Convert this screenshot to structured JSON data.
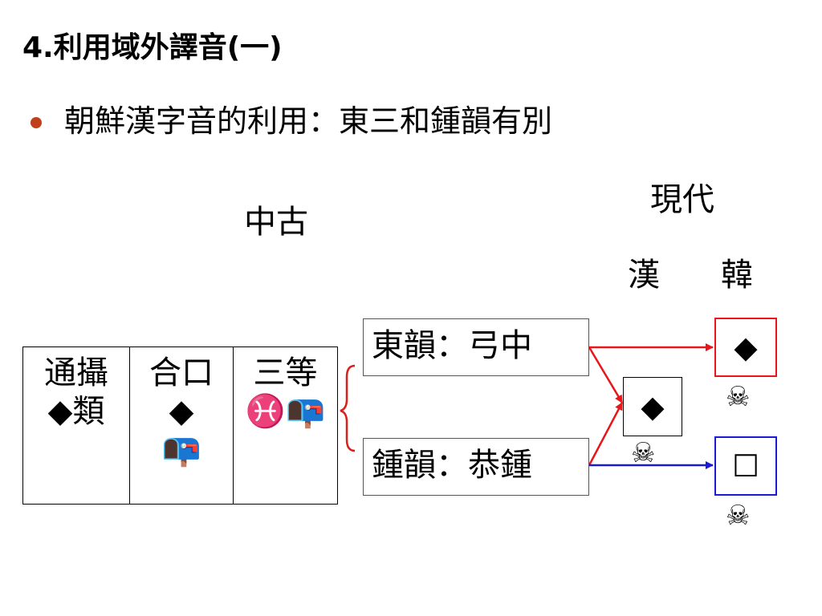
{
  "title": "4.利用域外譯音(一)",
  "bullet": "朝鮮漢字音的利用：東三和鍾韻有別",
  "labels": {
    "middle_chinese": "中古",
    "modern": "現代",
    "sino_korean": "漢",
    "korean": "韓"
  },
  "table": {
    "cells": [
      [
        "通攝",
        "◆類"
      ],
      [
        "合口",
        "◆",
        "📭"
      ],
      [
        "三等",
        "♓📭"
      ]
    ]
  },
  "rhymes": {
    "dong": "東韻：弓中",
    "zhong": "鍾韻：恭鍾"
  },
  "symbols": {
    "middle": "◆",
    "top_right": "◆",
    "bottom_right": "☐",
    "skull": "☠"
  },
  "colors": {
    "red": "#e8161b",
    "blue": "#1a1ad6",
    "brace": "#d9201a",
    "bullet": "#c0401c"
  }
}
